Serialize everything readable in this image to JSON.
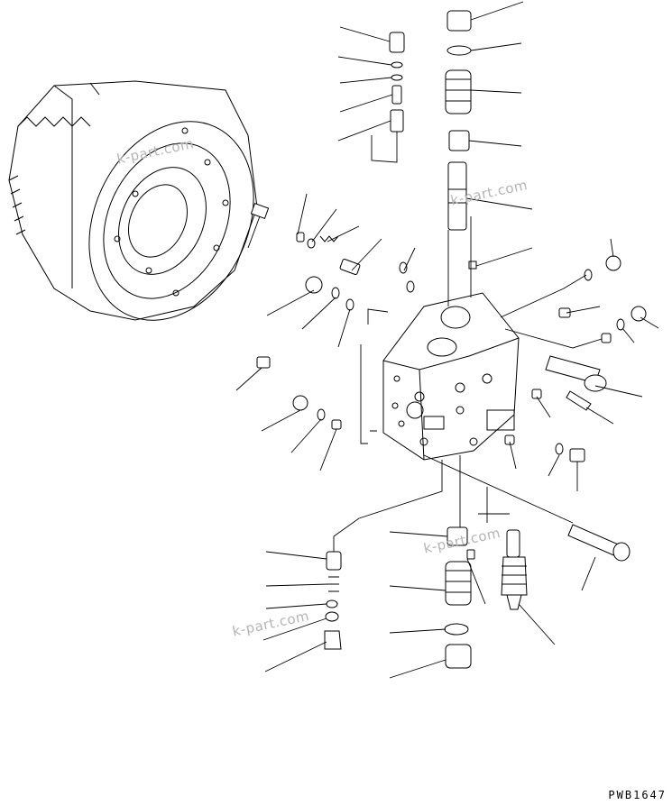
{
  "drawing": {
    "code": "PWB1647",
    "watermark": "k-part.com",
    "line_color": "#000000",
    "background": "#ffffff",
    "watermark_color": "#b5b5b5"
  },
  "parts": [
    {
      "name": "final-drive-housing-part"
    },
    {
      "name": "motor-valve-body-part"
    },
    {
      "name": "upper-spool-stack-part"
    },
    {
      "name": "lower-spool-stack-part"
    },
    {
      "name": "relief-valve-cartridge-part"
    },
    {
      "name": "mounting-bolt-part"
    }
  ]
}
